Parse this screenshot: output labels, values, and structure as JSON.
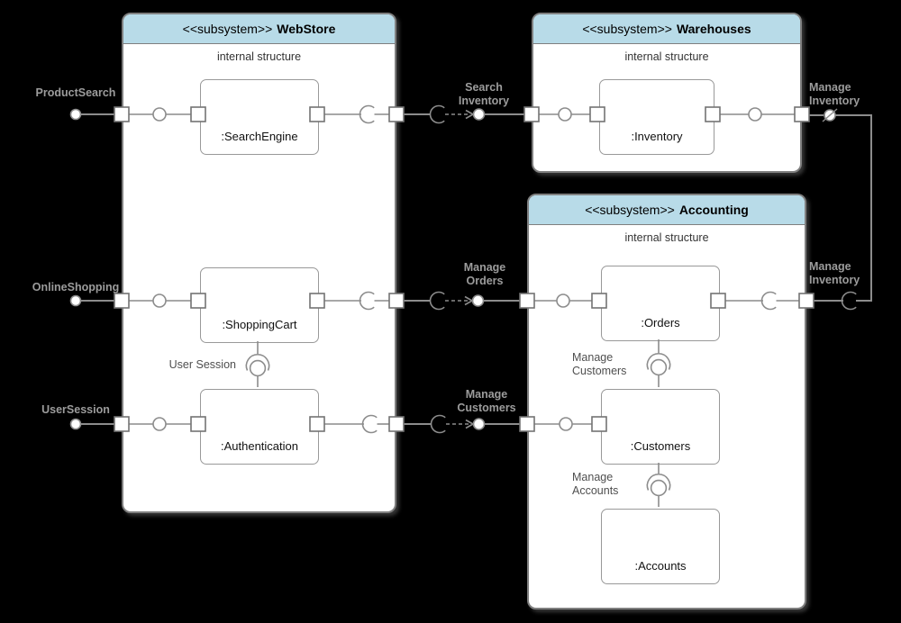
{
  "colors": {
    "background": "#000000",
    "subsystem_header": "#b8dbe8",
    "subsystem_fill": "#ffffff",
    "border_gray": "#7f7f7f",
    "line_gray": "#8c8c8c",
    "outer_label_gray": "#9c9c9c",
    "inner_label_gray": "#4f4f4f"
  },
  "webstore": {
    "stereotype": "<<subsystem>>",
    "name": "WebStore",
    "internal_label": "internal structure",
    "components": {
      "search_engine": ":SearchEngine",
      "shopping_cart": ":ShoppingCart",
      "authentication": ":Authentication"
    }
  },
  "warehouses": {
    "stereotype": "<<subsystem>>",
    "name": "Warehouses",
    "internal_label": "internal structure",
    "components": {
      "inventory": ":Inventory"
    }
  },
  "accounting": {
    "stereotype": "<<subsystem>>",
    "name": "Accounting",
    "internal_label": "internal structure",
    "components": {
      "orders": ":Orders",
      "customers": ":Customers",
      "accounts": ":Accounts"
    }
  },
  "external_ports": {
    "product_search": "ProductSearch",
    "online_shopping": "OnlineShopping",
    "user_session": "UserSession"
  },
  "connector_labels": {
    "search_inventory": "Search\nInventory",
    "manage_orders": "Manage\nOrders",
    "manage_customers": "Manage\nCustomers",
    "manage_inventory_top": "Manage\nInventory",
    "manage_inventory_bottom": "Manage\nInventory"
  },
  "internal_labels": {
    "user_session": "User Session",
    "manage_customers": "Manage\nCustomers",
    "manage_accounts": "Manage\nAccounts"
  }
}
